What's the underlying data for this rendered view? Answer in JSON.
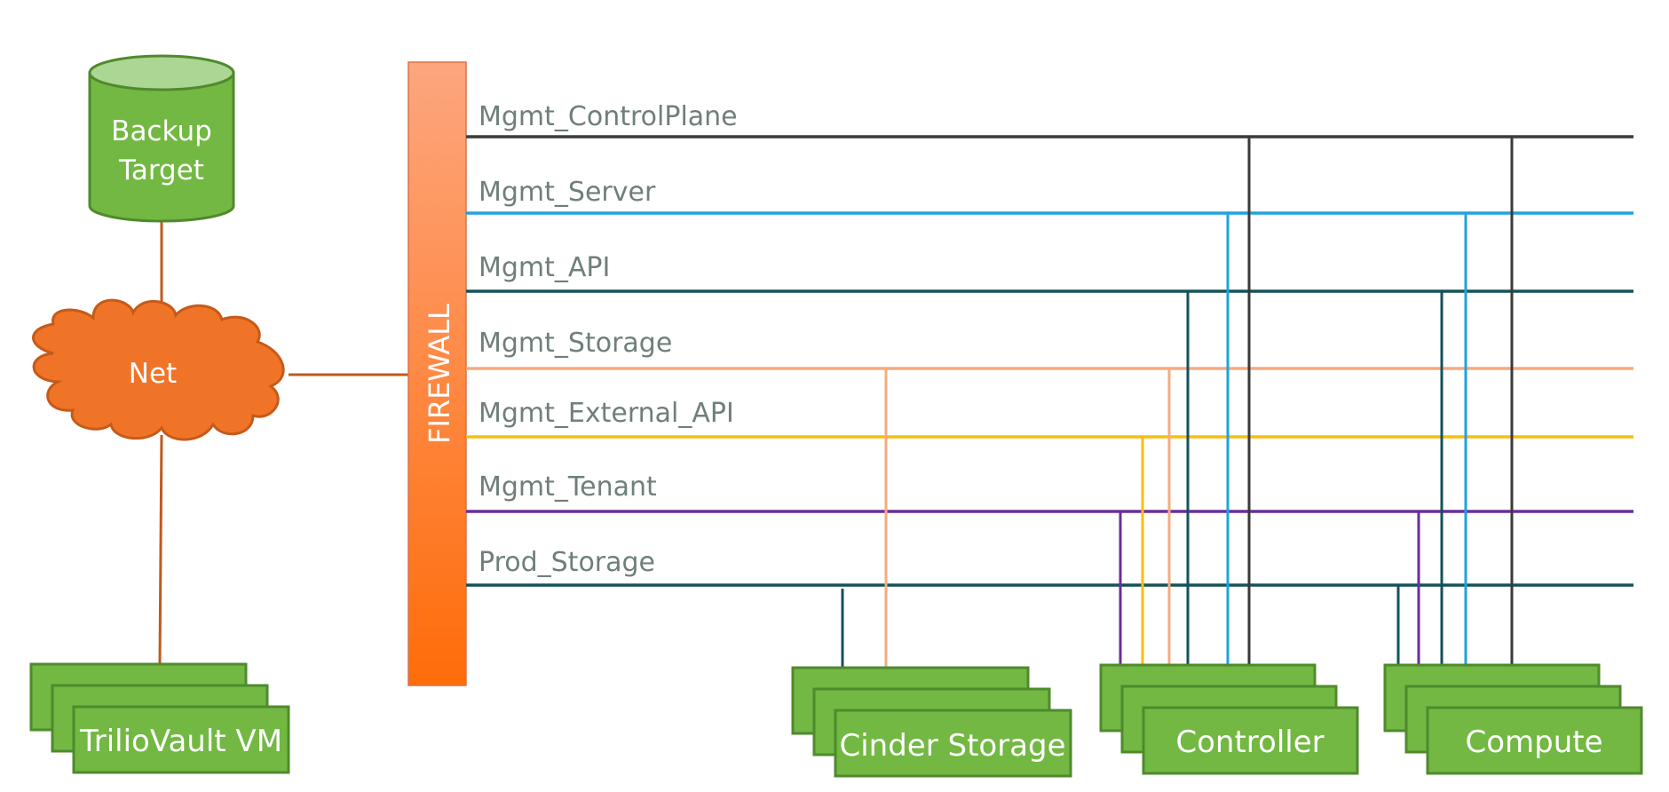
{
  "backup_target": {
    "label_line1": "Backup",
    "label_line2": "Target"
  },
  "net": {
    "label": "Net"
  },
  "firewall": {
    "label": "FIREWALL"
  },
  "networks": [
    {
      "name": "Mgmt_ControlPlane",
      "color": "#3a3a3a"
    },
    {
      "name": "Mgmt_Server",
      "color": "#1ea3dc"
    },
    {
      "name": "Mgmt_API",
      "color": "#14525c"
    },
    {
      "name": "Mgmt_Storage",
      "color": "#f4ab80"
    },
    {
      "name": "Mgmt_External_API",
      "color": "#f9be12"
    },
    {
      "name": "Mgmt_Tenant",
      "color": "#6a2e9a"
    },
    {
      "name": "Prod_Storage",
      "color": "#14525c"
    }
  ],
  "nodes": {
    "triliovault": {
      "label": "TrilioVault VM"
    },
    "cinder": {
      "label": "Cinder Storage"
    },
    "controller": {
      "label": "Controller"
    },
    "compute": {
      "label": "Compute"
    }
  },
  "colors": {
    "node_fill": "#72b843",
    "node_stroke": "#4f8a2c",
    "cloud_fill": "#f07428",
    "cloud_stroke": "#c65a18",
    "link": "#c05a1c",
    "firewall_top": "#fda67e",
    "firewall_bottom": "#ff6c0a"
  }
}
